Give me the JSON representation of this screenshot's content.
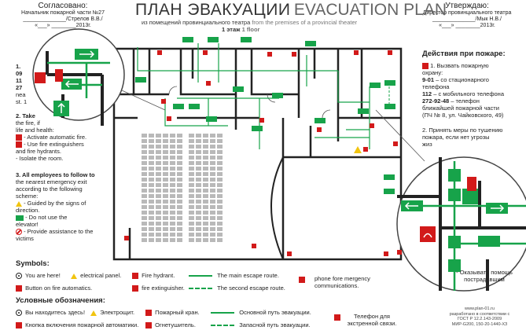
{
  "header": {
    "left": {
      "title": "Согласовано:",
      "line1": "Начальник пожарной части №27",
      "line2": "______________/Стрелов В.В./",
      "line3": "«___» ________2013г."
    },
    "right": {
      "title": "Утверждаю:",
      "line1": "Директор провинциального театра",
      "line2": "______________/Мык Н.В./",
      "line3": "«___» ________2013г."
    },
    "title_ru": "ПЛАН ЭВАКУАЦИИ",
    "title_en": "EVACUATION PLAN",
    "subtitle_ru": "из помещений провинциального театра",
    "subtitle_en": "from the premises of a provincial theater",
    "floor_ru": "1 этаж",
    "floor_en": "1 floor"
  },
  "left_panel": {
    "phone_lines": [
      "1.",
      "09",
      "11",
      "27",
      "nea",
      "st. 1"
    ],
    "item2": [
      "2. Take",
      "the fire, if",
      "life and health:"
    ],
    "item2_actions": [
      "- Activate automatic fire.",
      "- Use fire extinguishers",
      "and fire hydrants.",
      "- Isolate the room."
    ],
    "item3": [
      "3. All employees to follow to",
      "the nearest emergency exit",
      "according to the following",
      "scheme:"
    ],
    "item3_actions": [
      "- Guided by the signs of",
      "direction.",
      "- Do not use the",
      "elevator!",
      "- Provide assistance to the",
      "victims"
    ]
  },
  "right_panel": {
    "title": "Действия при пожаре:",
    "item1": [
      "1. Вызвать пожарную",
      "охрану:"
    ],
    "phone1": "9-01",
    "phone1_text": " – со стационарного",
    "phone1_text2": "телефона",
    "phone2": "112",
    "phone2_text": " – с мобильного телефона",
    "phone3": "272-92-48",
    "phone3_text": " – телефон",
    "phone3_text2": "ближайшей пожарной части",
    "phone3_text3": "(ПЧ № 8, ул. Чайковского, 49)",
    "item2": [
      "2. Принять меры по тушению",
      "пожара, если нет угрозы",
      "жиз"
    ],
    "bottom": [
      "- Оказывать помощь",
      "пострадавшим"
    ]
  },
  "symbols_en": {
    "title": "Symbols:",
    "items": {
      "you_are_here": "You are here!",
      "electrical": "electrical panel.",
      "hydrant": "Fire hydrant.",
      "main_route": "The main escape route.",
      "phone": "phone fore mergency communications.",
      "button": "Button on fire automatics.",
      "extinguisher": "fire extinguisher.",
      "second_route": "The second escape route."
    }
  },
  "symbols_ru": {
    "title": "Условные обозначения:",
    "items": {
      "you_are_here": "Вы находитесь здесь!",
      "electrical": "Электрощит.",
      "hydrant": "Пожарный кран.",
      "main_route": "Основной путь эвакуации.",
      "phone": "Телефон для экстренной связи.",
      "button": "Кнопка включения пожарной автоматики.",
      "extinguisher": "Огнетушитель.",
      "second_route": "Запасной путь эвакуации."
    }
  },
  "footer": {
    "line1": "www.plan-01.ru",
    "line2": "разработано в соответствии с",
    "line3": "ГОСТ Р 12.2.143-2009",
    "line4": "МИР-G200, 150-20-1440-ХЗ"
  },
  "colors": {
    "green": "#17a34a",
    "red": "#d21a1a",
    "wall": "#222222",
    "seat": "#b9b9b9"
  }
}
